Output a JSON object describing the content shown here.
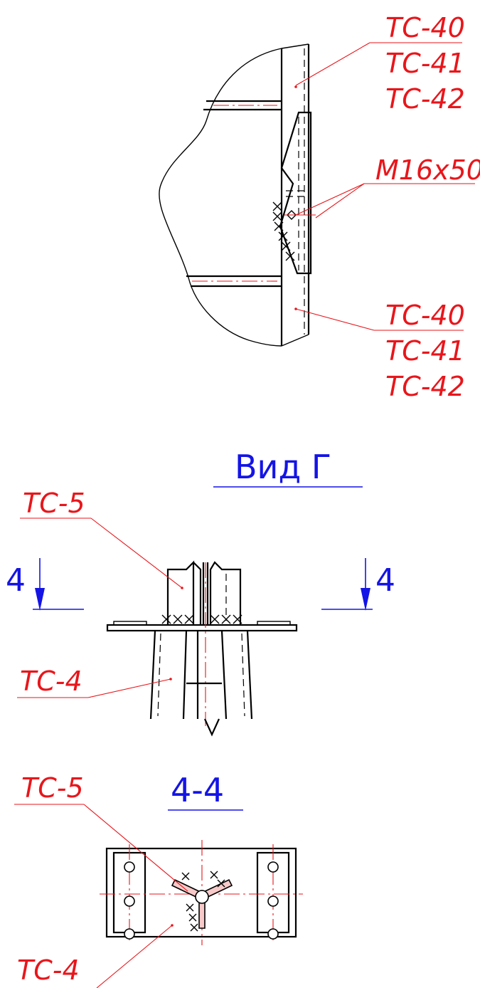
{
  "top_view": {
    "upper_labels": [
      "ТС-40",
      "ТС-41",
      "ТС-42"
    ],
    "bolt_label": "M16x50",
    "lower_labels": [
      "ТС-40",
      "ТС-41",
      "ТС-42"
    ]
  },
  "view_g": {
    "title": "Вид Г",
    "label_tc5": "ТС-5",
    "label_tc4": "ТС-4",
    "section_mark_left": "4",
    "section_mark_right": "4"
  },
  "section_4_4": {
    "title": "4-4",
    "label_tc5": "ТС-5",
    "label_tc4": "ТС-4"
  },
  "colors": {
    "leader_lines": "#e8161b",
    "section_marks": "#1414e6",
    "geometry": "#000000"
  }
}
